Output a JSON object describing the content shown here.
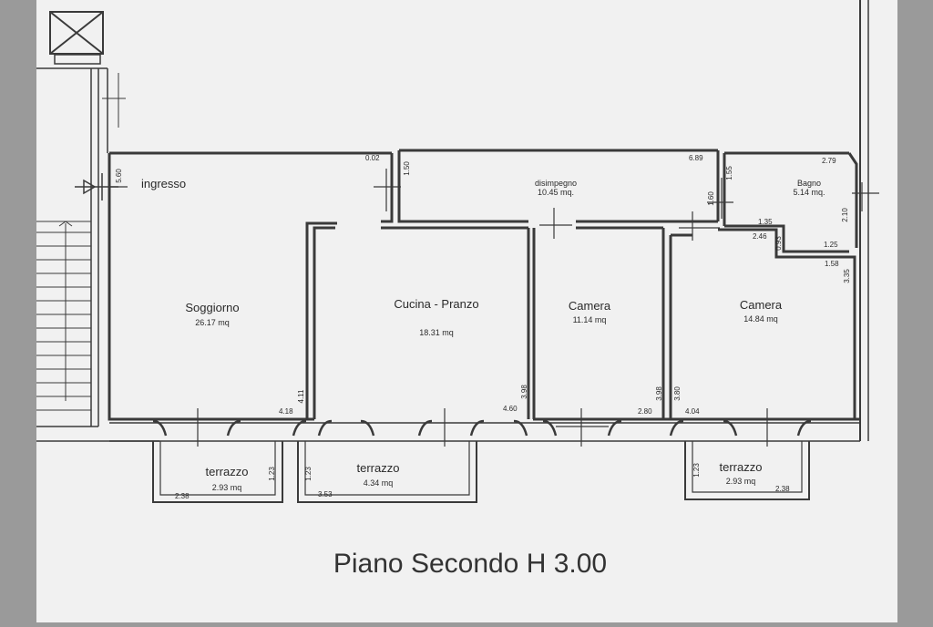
{
  "plan": {
    "title": "Piano Secondo H 3.00",
    "colors": {
      "paper": "#f1f1f1",
      "wall": "#3a3a3a",
      "ink": "#2a2a2a",
      "margin": "#9a9a9a"
    },
    "rooms": {
      "ingresso": {
        "name": "ingresso"
      },
      "soggiorno": {
        "name": "Soggiorno",
        "area": "26.17 mq"
      },
      "cucina": {
        "name": "Cucina - Pranzo",
        "area": "18.31 mq"
      },
      "camera1": {
        "name": "Camera",
        "area": "11.14 mq"
      },
      "camera2": {
        "name": "Camera",
        "area": "14.84 mq"
      },
      "disimpegno": {
        "name": "disimpegno",
        "area": "10.45 mq."
      },
      "bagno": {
        "name": "Bagno",
        "area": "5.14 mq."
      },
      "terrazzo1": {
        "name": "terrazzo",
        "area": "2.93 mq"
      },
      "terrazzo2": {
        "name": "terrazzo",
        "area": "4.34 mq"
      },
      "terrazzo3": {
        "name": "terrazzo",
        "area": "2.93 mq"
      }
    },
    "dims": {
      "d560": "5.60",
      "d002": "0.02",
      "d150": "1.50",
      "d689": "6.89",
      "d160": "1.60",
      "d155": "1.55",
      "d279": "2.79",
      "d210": "2.10",
      "d135": "1.35",
      "d246": "2.46",
      "d093": "0.93",
      "d125": "1.25",
      "d158": "1.58",
      "d335": "3.35",
      "d411": "4.11",
      "d418": "4.18",
      "d398a": "3.98",
      "d460": "4.60",
      "d398b": "3.98",
      "d280": "2.80",
      "d380": "3.80",
      "d404": "4.04",
      "d123a": "1.23",
      "d238a": "2.38",
      "d123b": "1.23",
      "d353": "3.53",
      "d123c": "1.23",
      "d238b": "2.38"
    }
  }
}
